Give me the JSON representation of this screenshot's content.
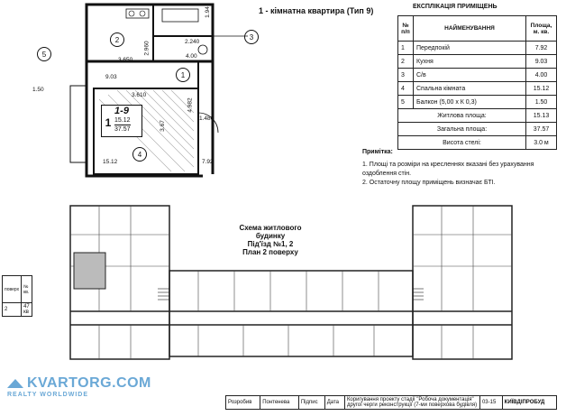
{
  "plan": {
    "title": "1 - кімнатна квартира  (Тип 9)",
    "apartment_code": "1-9",
    "rooms_count": "1",
    "living_area": "15.12",
    "total_area": "37.57",
    "room_markers": [
      "2",
      "3",
      "1",
      "4",
      "5"
    ],
    "dims": [
      "3.650",
      "2.960",
      "2.240",
      "4.00",
      "1.94",
      "9.03",
      "3.610",
      "4.982",
      "1.480",
      "3.67",
      "15.12",
      "7.92",
      "1.50"
    ]
  },
  "explication": {
    "title": "ЕКСПЛІКАЦІЯ ПРИМІЩЕНЬ",
    "headers": [
      "№ п/п",
      "НАЙМЕНУВАННЯ",
      "Площа, м. кв."
    ],
    "rows": [
      {
        "n": "1",
        "name": "Передпокій",
        "area": "7.92"
      },
      {
        "n": "2",
        "name": "Кухня",
        "area": "9.03"
      },
      {
        "n": "3",
        "name": "С/в",
        "area": "4.00"
      },
      {
        "n": "4",
        "name": "Спальна кімната",
        "area": "15.12"
      },
      {
        "n": "5",
        "name": "Балкон (5,00 х К 0,3)",
        "area": "1.50"
      }
    ],
    "summary": [
      {
        "label": "Житлова площа:",
        "value": "15.13"
      },
      {
        "label": "Загальна площа:",
        "value": "37.57"
      },
      {
        "label": "Висота стелі:",
        "value": "3.0 м"
      }
    ]
  },
  "notes": {
    "title": "Примітка:",
    "items": [
      "1. Площі та розміри на кресленнях вказані без урахування оздоблення стін.",
      "2. Остаточну площу приміщень визначає БТІ."
    ]
  },
  "scheme": {
    "title_lines": [
      "Схема житлового будинку",
      "Під'їзд №1, 2",
      "План 2 поверху"
    ],
    "side_table": {
      "header": [
        "поверх",
        "№ кв."
      ],
      "row": [
        "2",
        "47 кв"
      ]
    }
  },
  "stamp": {
    "labels": [
      "Розробив",
      "Понтенева",
      "Підпис",
      "Дата"
    ],
    "description": "Коригування проекту стадії \"Робоча документація\" другої черги реконструкції (7-ми поверхова будівля)",
    "sheet": "03-15",
    "org": "КИЇВДІПРОБУД"
  },
  "logo": {
    "main": "KVARTORG.COM",
    "sub": "REALTY WORLDWIDE"
  }
}
